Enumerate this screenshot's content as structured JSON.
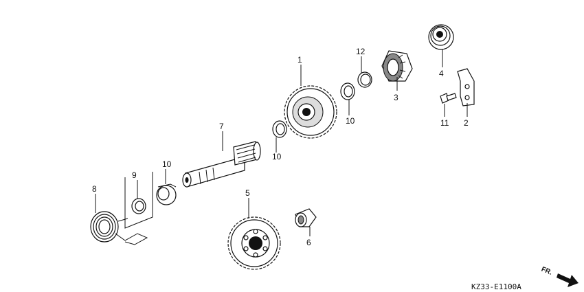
{
  "diagram": {
    "callouts": [
      "1",
      "2",
      "3",
      "4",
      "5",
      "6",
      "7",
      "8",
      "9",
      "10",
      "10",
      "10",
      "11",
      "12"
    ],
    "direction_label": "FR.",
    "drawing_code": "KZ33-E1100A"
  }
}
